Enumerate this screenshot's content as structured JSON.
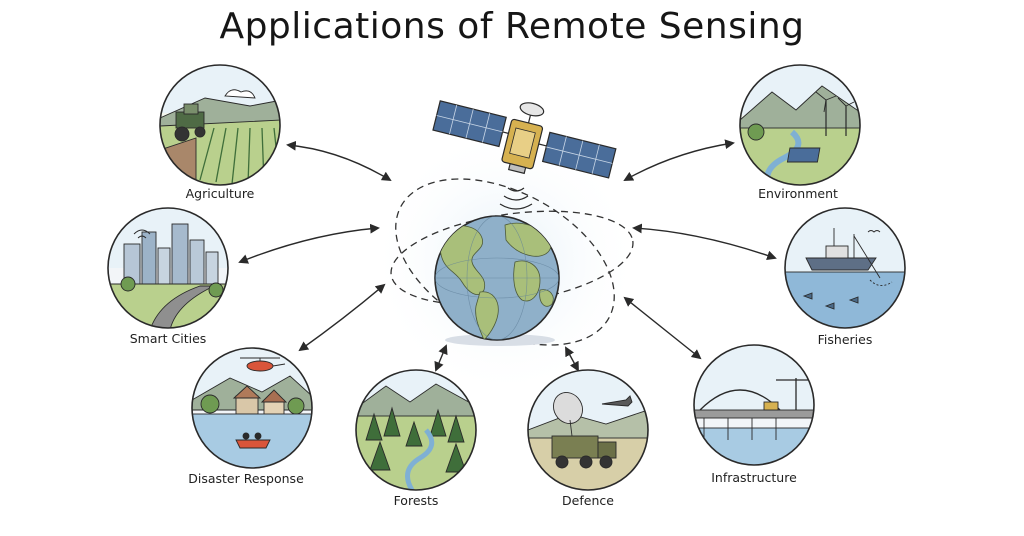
{
  "title": "Applications of Remote Sensing",
  "applications": [
    {
      "label": "Agriculture"
    },
    {
      "label": "Smart Cities"
    },
    {
      "label": "Disaster Response"
    },
    {
      "label": "Forests"
    },
    {
      "label": "Defence"
    },
    {
      "label": "Infrastructure"
    },
    {
      "label": "Fisheries"
    },
    {
      "label": "Environment"
    }
  ],
  "colors": {
    "ink": "#2a2a2a",
    "ocean": "#8fb0c9",
    "land": "#a9bf7a",
    "sky": "#dcecf5",
    "water": "#a8cbe3",
    "green": "#6f9b52",
    "darkgreen": "#3f6e3a",
    "mountain": "#9fb09a",
    "panel": "#4a6d9a",
    "gold": "#d6b150"
  }
}
